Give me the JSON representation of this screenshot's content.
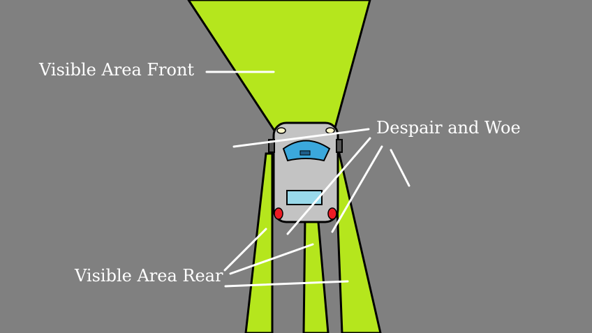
{
  "labels": {
    "front": "Visible Area Front",
    "despair": "Despair and Woe",
    "rear": "Visible Area Rear"
  },
  "colors": {
    "background": "#808080",
    "visible_area": "#b5e61d",
    "outline": "#000000",
    "car_body": "#c3c3c3",
    "windshield": "#3ba8dc",
    "rear_window": "#99d9ea",
    "tail_light": "#ed1c24",
    "headlight": "#fff6c8",
    "annotation": "#ffffff"
  }
}
